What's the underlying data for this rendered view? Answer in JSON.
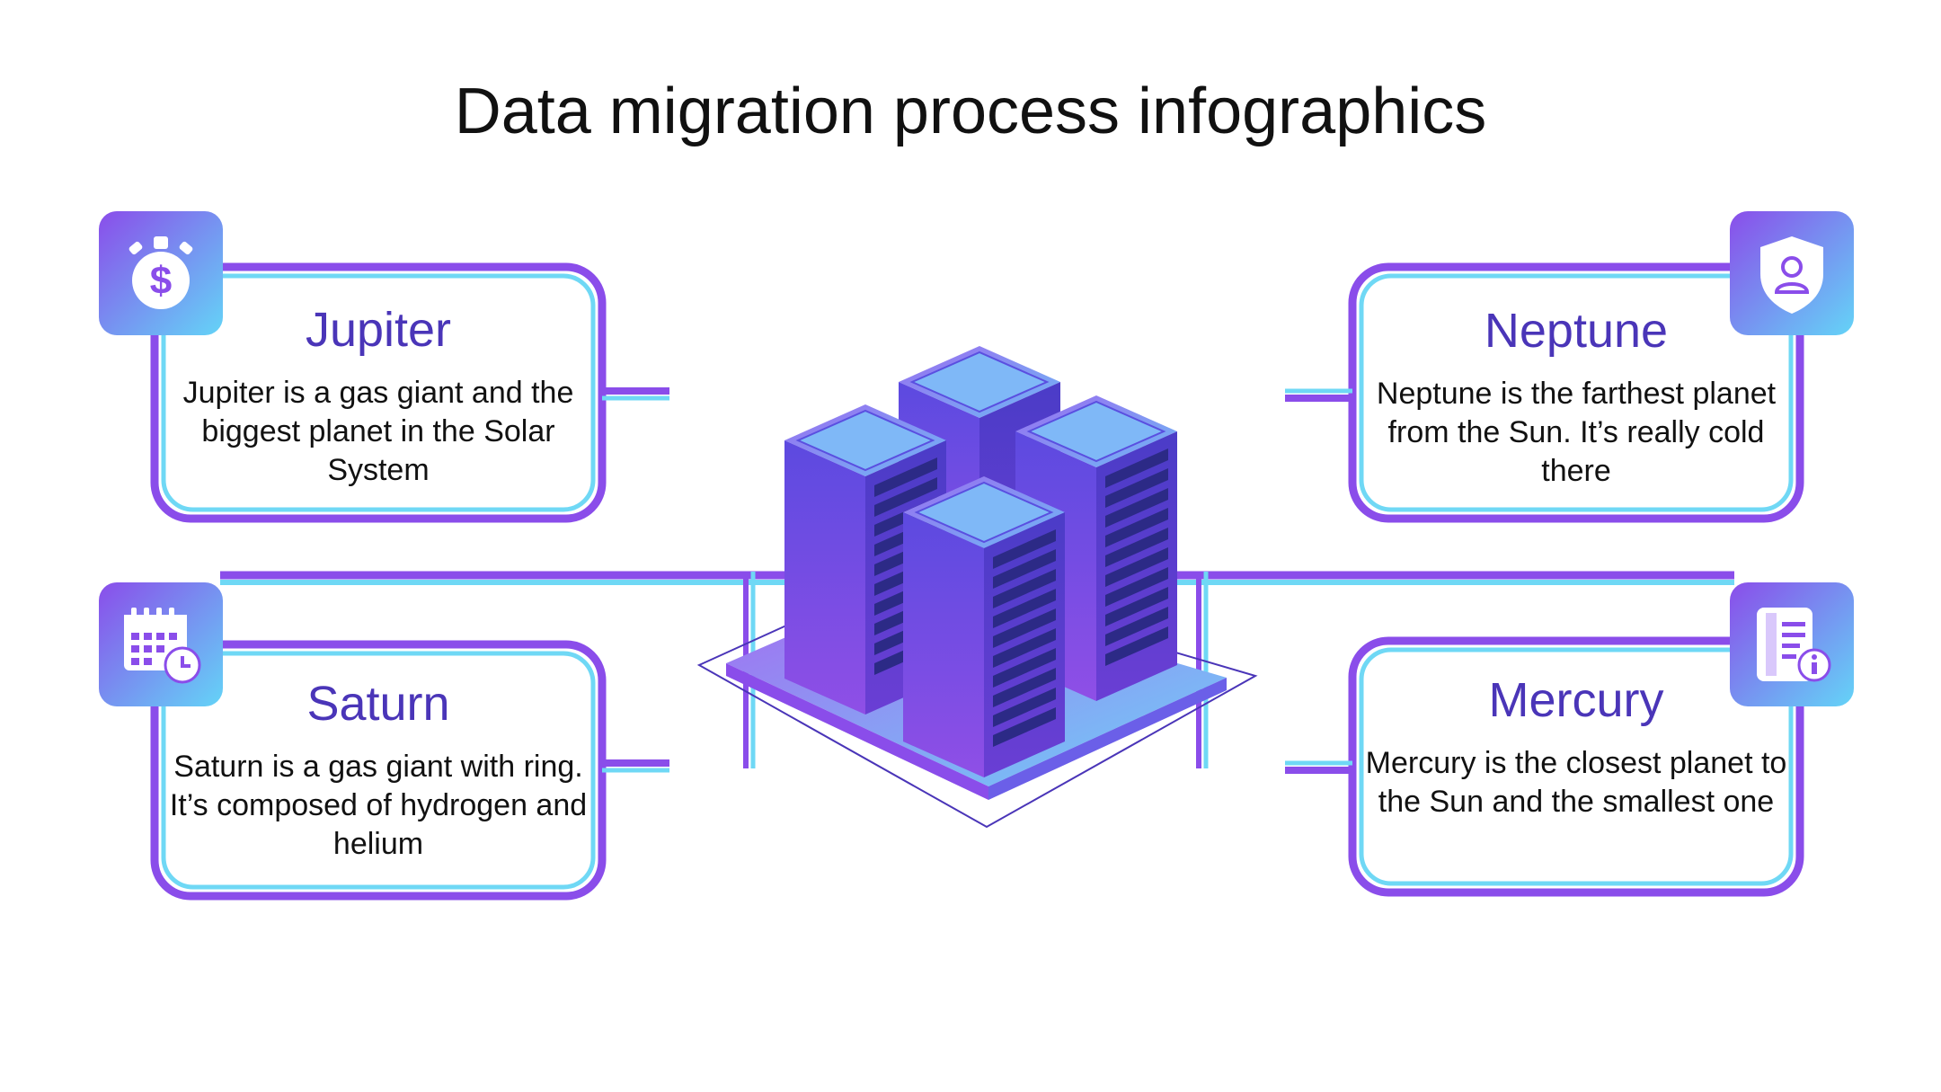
{
  "title": "Data migration process infographics",
  "colors": {
    "purple": "#8a4dea",
    "cyan": "#6fd8f5",
    "title_text": "#4a35b8",
    "body_text": "#111111"
  },
  "cards": [
    {
      "id": "jupiter",
      "title": "Jupiter",
      "description": "Jupiter is a gas giant and the biggest planet in the Solar System",
      "icon": "money-stopwatch-icon"
    },
    {
      "id": "saturn",
      "title": "Saturn",
      "description": "Saturn is a gas giant with ring. It’s composed of hydrogen and helium",
      "icon": "calendar-clock-icon"
    },
    {
      "id": "neptune",
      "title": "Neptune",
      "description": "Neptune is the farthest planet from the Sun. It’s really cold there",
      "icon": "user-shield-icon"
    },
    {
      "id": "mercury",
      "title": "Mercury",
      "description": "Mercury is the closest planet to the Sun and the smallest one",
      "icon": "document-info-icon"
    }
  ],
  "center_graphic": "server-racks-illustration"
}
